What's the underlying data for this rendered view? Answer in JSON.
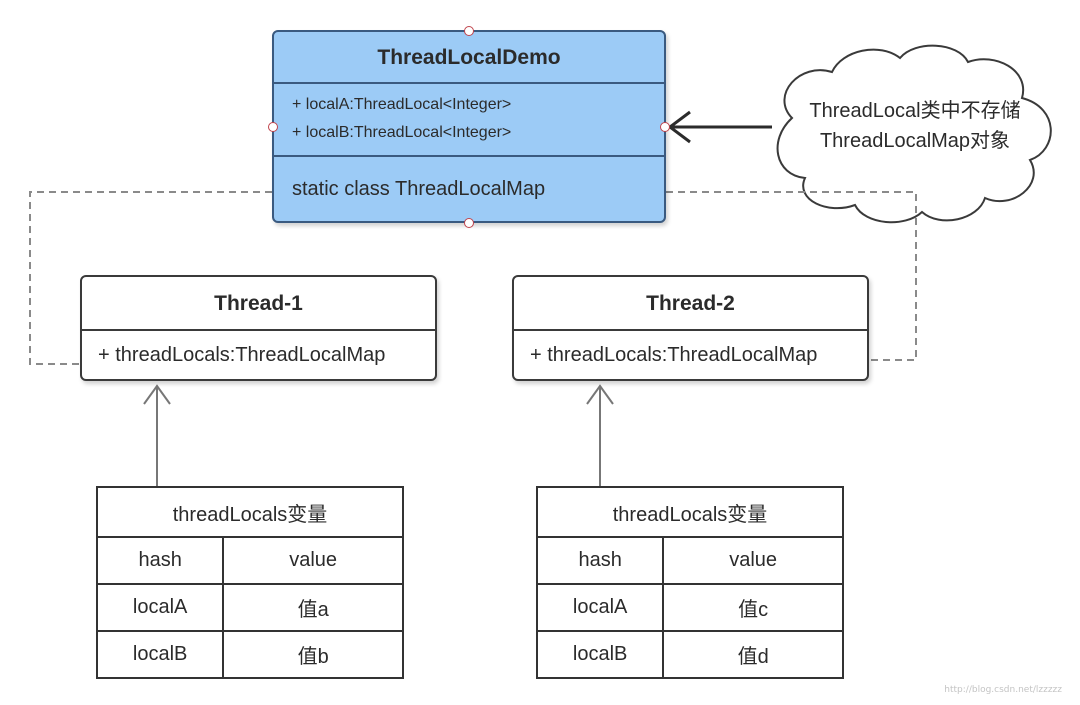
{
  "demo": {
    "title": "ThreadLocalDemo",
    "members": [
      "+ localA:ThreadLocal<Integer>",
      "+ localB:ThreadLocal<Integer>"
    ],
    "static_member": "static class ThreadLocalMap",
    "fill_color": "#9ccbf6"
  },
  "cloud": {
    "lines": [
      "ThreadLocal类中不存储",
      "ThreadLocalMap对象"
    ]
  },
  "thread1": {
    "title": "Thread-1",
    "attribute": "+ threadLocals:ThreadLocalMap"
  },
  "thread2": {
    "title": "Thread-2",
    "attribute": "+ threadLocals:ThreadLocalMap"
  },
  "table1": {
    "caption": "threadLocals变量",
    "headers": [
      "hash",
      "value"
    ],
    "rows": [
      [
        "localA",
        "值a"
      ],
      [
        "localB",
        "值b"
      ]
    ]
  },
  "table2": {
    "caption": "threadLocals变量",
    "headers": [
      "hash",
      "value"
    ],
    "rows": [
      [
        "localA",
        "值c"
      ],
      [
        "localB",
        "值d"
      ]
    ]
  },
  "watermark": "http://blog.csdn.net/lzzzzz"
}
